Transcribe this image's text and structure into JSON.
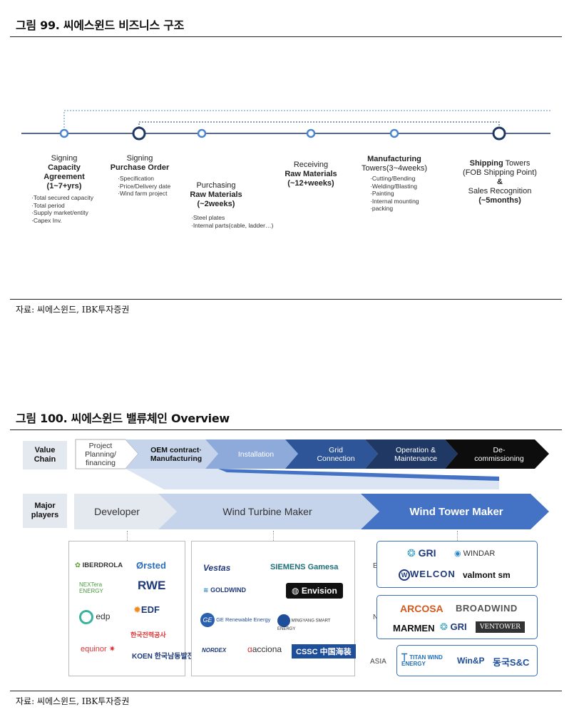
{
  "fig99": {
    "title": "그림 99. 씨에스윈드 비즈니스 구조",
    "steps": [
      {
        "l1": "Signing",
        "l2": "Capacity",
        "l3": "Agreement",
        "l4": "(1~7+yrs)",
        "notes": [
          "Total secured capacity",
          "Total period",
          "Supply market/entity",
          "Capex Inv."
        ]
      },
      {
        "l1": "Signing",
        "l2": "Purchase Order",
        "notes": [
          "Specification",
          "Price/Delivery date",
          "Wind farm project"
        ]
      },
      {
        "l1": "Purchasing",
        "l2": "Raw Materials",
        "l3": "(~2weeks)",
        "notes": [
          "Steel plates",
          "Internal parts(cable, ladder…)"
        ]
      },
      {
        "l1": "Receiving",
        "l2": "Raw Materials",
        "l3": "(~12+weeks)"
      },
      {
        "l1a": "Manufacturing",
        "l1b": "Towers(3~4weeks)",
        "notes": [
          "Cutting/Bending",
          "Welding/Blasting",
          "Painting",
          "Internal mounting",
          "packing"
        ]
      },
      {
        "l1a": "Shipping",
        "l1b": " Towers",
        "l2": "(FOB Shipping Point)",
        "l3": "&",
        "l4": "Sales Recognition",
        "l5": "(~5months)"
      }
    ],
    "source": "자료: 씨에스윈드, IBK투자증권"
  },
  "fig100": {
    "title": "그림 100. 씨에스윈드 밸류체인 Overview",
    "row1_label": [
      "Value",
      "Chain"
    ],
    "chain": [
      {
        "a": "Project",
        "b": "Planning/",
        "c": "financing"
      },
      {
        "a": "OEM contract·",
        "b": "Manufacturing"
      },
      {
        "a": "Installation"
      },
      {
        "a": "Grid",
        "b": "Connection"
      },
      {
        "a": "Operation &",
        "b": "Maintenance"
      },
      {
        "a": "De-",
        "b": "commissioning"
      }
    ],
    "row2_label": [
      "Major",
      "players"
    ],
    "players": [
      "Developer",
      "Wind Turbine Maker",
      "Wind Tower Maker"
    ],
    "developers": [
      "IBERDROLA",
      "Ørsted",
      "NEXTera ENERGY",
      "RWE",
      "edp",
      "EDF",
      "한국전력공사",
      "equinor",
      "KOEN 한국남동발전"
    ],
    "turbine": [
      "Vestas",
      "SIEMENS Gamesa",
      "GOLDWIND",
      "Envision",
      "GE Renewable Energy",
      "MINGYANG SMART ENERGY",
      "NORDEX",
      "acciona",
      "CSSC 中国海装"
    ],
    "regions": [
      "EU",
      "NA",
      "ASIA"
    ],
    "tower_eu": [
      "GRI",
      "WINDAR",
      "WELCON",
      "valmont sm"
    ],
    "tower_na": [
      "ARCOSA",
      "BROADWIND",
      "MARMEN",
      "GRI",
      "VENTOWER"
    ],
    "tower_asia": [
      "TITAN WIND ENERGY",
      "Win&P",
      "동국S&C"
    ],
    "source": "자료: 씨에스윈드, IBK투자증권"
  },
  "colors": {
    "blue_dark": "#1f3864",
    "blue_mid": "#2e5597",
    "blue_accent": "#4472c4",
    "blue_light": "#c5d4ea",
    "gray_light": "#e4e9f0"
  }
}
